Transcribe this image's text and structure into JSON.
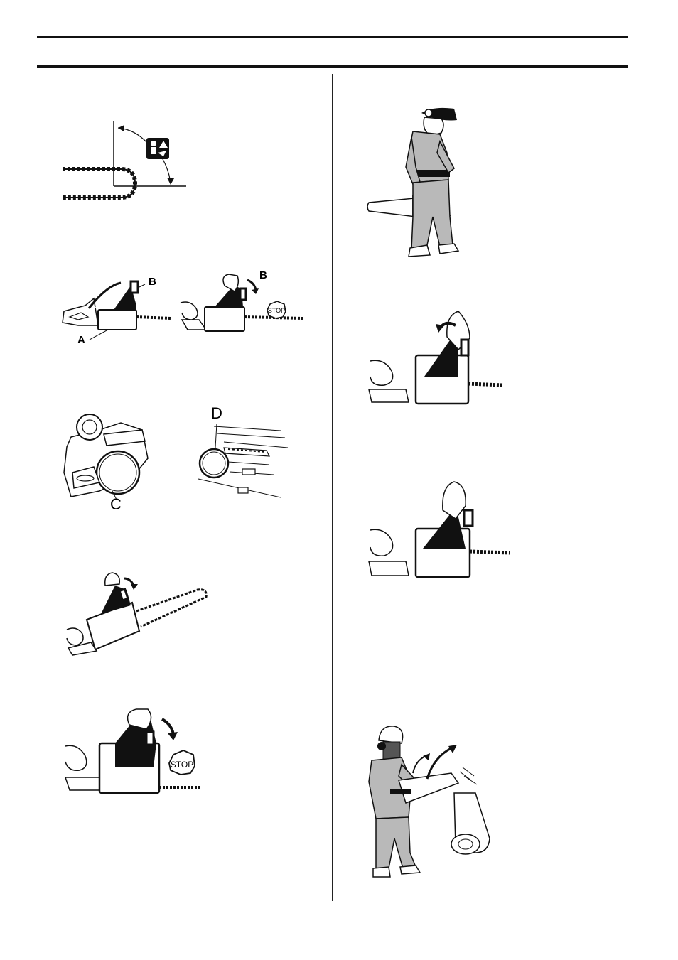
{
  "labels": {
    "a": "A",
    "b1": "B",
    "b2": "B",
    "c": "C",
    "d": "D"
  },
  "signs": {
    "stop1": "STOP",
    "stop2": "STOP"
  },
  "colors": {
    "ink": "#111111",
    "clothing_gray": "#b9b9b9",
    "dark_gray": "#555555"
  }
}
